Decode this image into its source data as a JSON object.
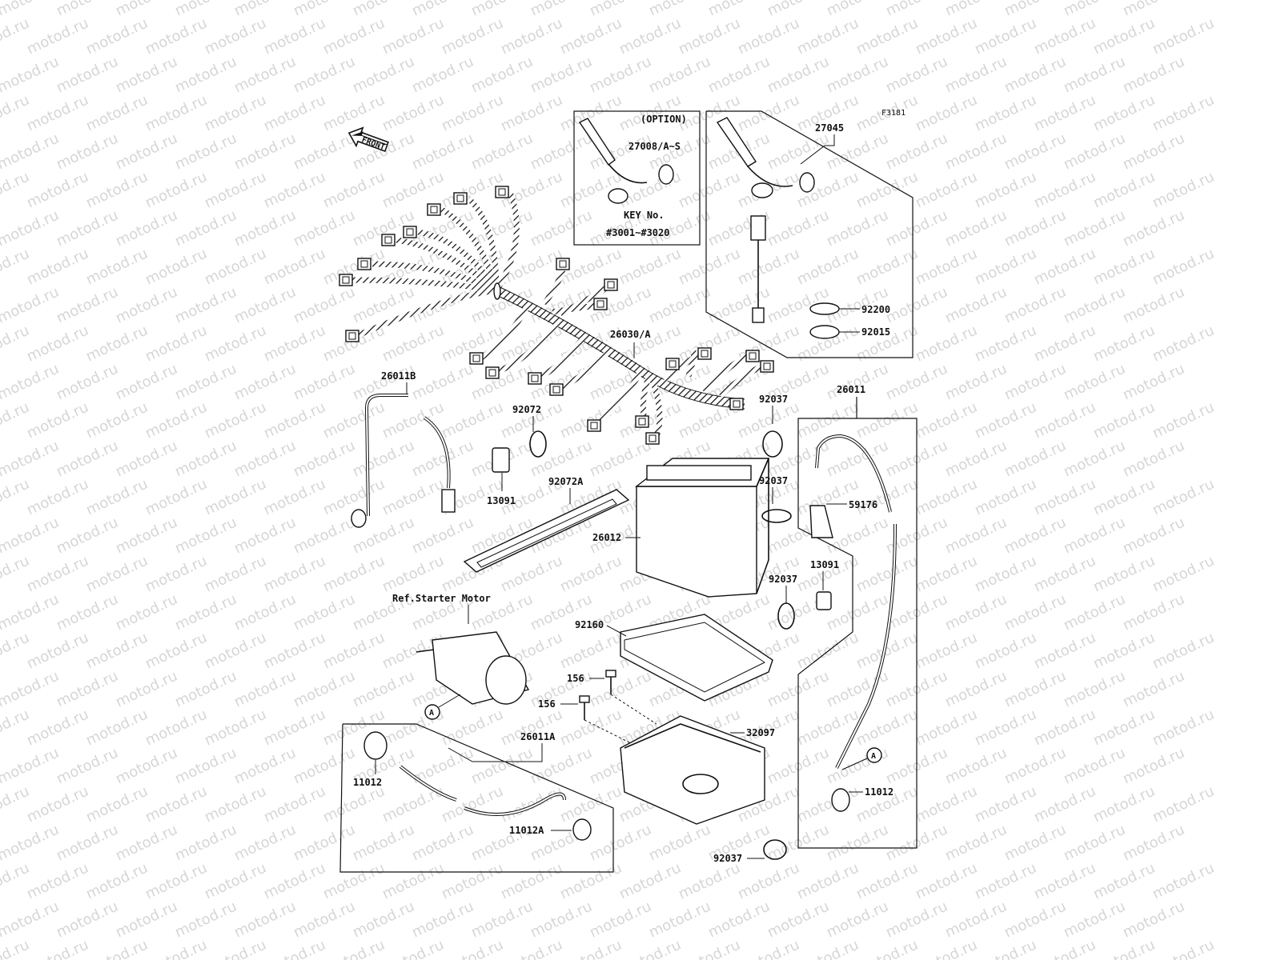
{
  "watermark": "motod.ru",
  "figure_code": "F3181",
  "front_label": "FRONT",
  "option_label": "(OPTION)",
  "key_no_label": "KEY No.",
  "key_range": "#3001~#3020",
  "ref_label": "Ref.Starter Motor",
  "callout_a": "A",
  "parts": {
    "p27008": "27008/A~S",
    "p27045": "27045",
    "p92200": "92200",
    "p92015": "92015",
    "p26030": "26030/A",
    "p26011B": "26011B",
    "p92072": "92072",
    "p92037a": "92037",
    "p26011": "26011",
    "p13091a": "13091",
    "p92072A": "92072A",
    "p92037b": "92037",
    "p59176": "59176",
    "p26012": "26012",
    "p13091b": "13091",
    "p92037c": "92037",
    "p92160": "92160",
    "p156a": "156",
    "p156b": "156",
    "p32097": "32097",
    "p26011A": "26011A",
    "p11012a": "11012",
    "p11012b": "11012",
    "p11012A": "11012A",
    "p92037d": "92037"
  }
}
